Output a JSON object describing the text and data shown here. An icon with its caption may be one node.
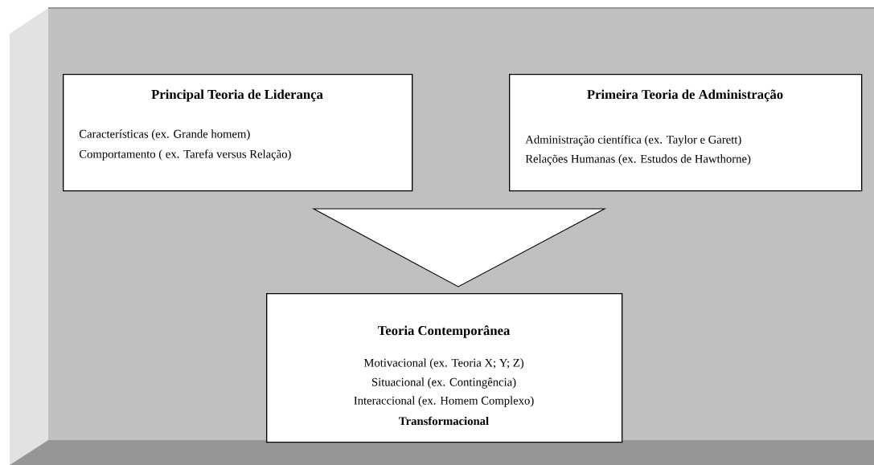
{
  "diagram": {
    "nodes": [
      {
        "text": [],
        "shape": "box"
      },
      {
        "text": [
          "Principal Teoria de Liderança",
          "Características (ex. Grande homem)",
          "Comportamento ( ex. Tarefa versus Relação)"
        ],
        "in": 0
      },
      {
        "text": [
          "Primeira Teoria de Administração",
          "Administração científica (ex. Taylor e Garett)",
          "Relações Humanas (ex. Estudos de Hawthorne)"
        ],
        "in": 0
      },
      {
        "text": [],
        "shape": "triangle",
        "in": 0
      },
      {
        "text": [
          "Teoria Contemporânea",
          "Motivacional (ex. Teoria X; Y; Z)",
          "Situacional (ex. Contingência)",
          "Interaccional (ex. Homem Complexo)",
          "**Transformacional**"
        ],
        "in": 0
      }
    ]
  }
}
